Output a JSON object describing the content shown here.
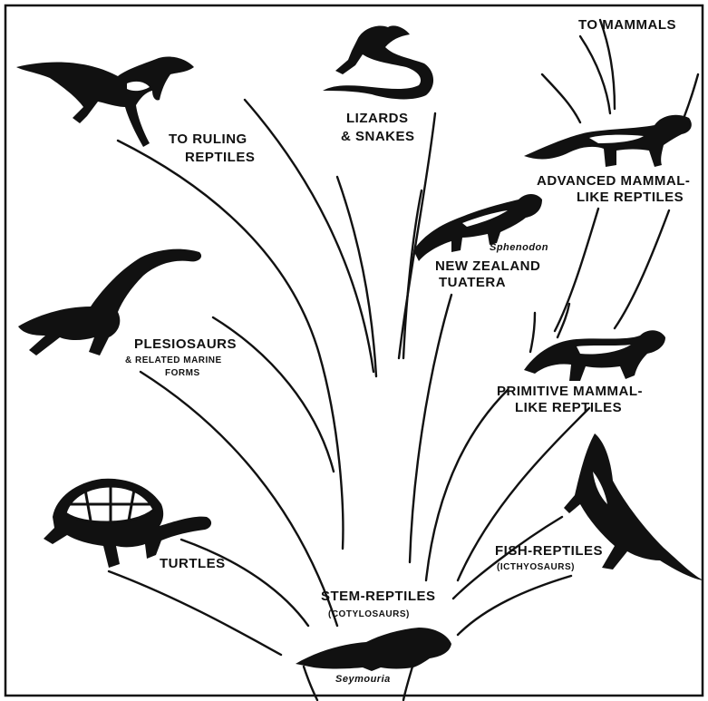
{
  "diagram": {
    "labels": {
      "mammals": "TO MAMMALS",
      "ruling_1": "TO RULING",
      "ruling_2": "REPTILES",
      "lizards_1": "LIZARDS",
      "lizards_2": "& SNAKES",
      "advanced_1": "ADVANCED MAMMAL-",
      "advanced_2": "LIKE REPTILES",
      "sphenodon": "Sphenodon",
      "tuatera_1": "NEW ZEALAND",
      "tuatera_2": "TUATERA",
      "plesio_1": "PLESIOSAURS",
      "plesio_2": "& RELATED MARINE",
      "plesio_3": "FORMS",
      "primitive_1": "PRIMITIVE MAMMAL-",
      "primitive_2": "LIKE REPTILES",
      "turtles": "TURTLES",
      "fish_1": "FISH-REPTILES",
      "fish_2": "(ICTHYOSAURS)",
      "stem_1": "STEM-REPTILES",
      "stem_2": "(COTYLOSAURS)",
      "seymouria": "Seymouria"
    }
  }
}
